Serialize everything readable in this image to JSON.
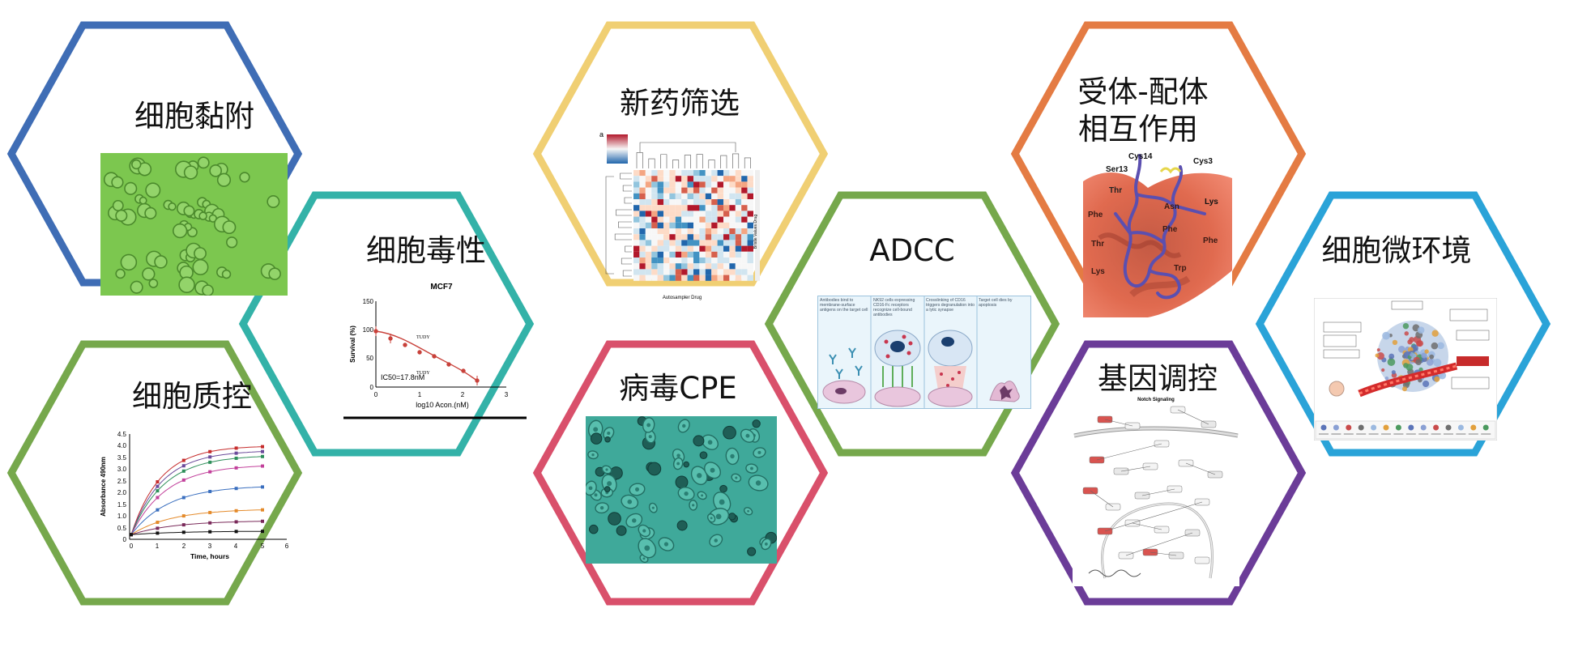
{
  "colors": {
    "blue": "#3f6db5",
    "teal": "#33b2a8",
    "yellow": "#f0cf73",
    "red": "#d9506b",
    "green": "#76a84c",
    "orange": "#e47b43",
    "purple": "#6b3c98",
    "sky": "#2aa3d8"
  },
  "hexagons": {
    "adhesion": {
      "title": "细胞黏附"
    },
    "qc": {
      "title": "细胞质控"
    },
    "toxicity": {
      "title": "细胞毒性"
    },
    "screening": {
      "title": "新药筛选"
    },
    "virus": {
      "title": "病毒CPE"
    },
    "adcc": {
      "title": "ADCC"
    },
    "receptor": {
      "title_line1": "受体-配体",
      "title_line2": "相互作用"
    },
    "gene": {
      "title": "基因调控"
    },
    "micro": {
      "title": "细胞微环境"
    }
  },
  "toxicity_chart": {
    "title": "MCF7",
    "ylabel": "Survival (%)",
    "xlabel": "log10 Acon.(nM)",
    "annotation": "IC50=17.8nM",
    "label_a": "TUDY",
    "label_b": "TUDY",
    "yticks": [
      "0",
      "50",
      "100",
      "150"
    ],
    "xticks": [
      "0",
      "1",
      "2",
      "3"
    ]
  },
  "qc_chart": {
    "ylabel": "Absorbance 490nm",
    "xlabel": "Time, hours",
    "yticks": [
      "0",
      "0.5",
      "1.0",
      "1.5",
      "2.0",
      "2.5",
      "3.0",
      "3.5",
      "4.0",
      "4.5"
    ],
    "xticks": [
      "0",
      "1",
      "2",
      "3",
      "4",
      "5",
      "6"
    ]
  },
  "receptor_labels": {
    "cys14": "Cys14",
    "cys3": "Cys3",
    "ser13": "Ser13",
    "thr": "Thr",
    "lys": "Lys",
    "phe_left": "Phe",
    "asn": "Asn",
    "phe": "Phe",
    "phe2": "Phe",
    "thr2": "Thr",
    "lys2": "Lys",
    "trp": "Trp"
  },
  "adcc_panels": [
    "Antibodies bind to membrane-surface antigens on the target cell",
    "NK92 cells expressing CD16-Fc receptors recognize cell-bound antibodies",
    "Crosslinking of CD16 triggers degranulation into a lytic synapse",
    "Target cell dies by apoptosis"
  ],
  "heatmap": {
    "panel_letter": "a",
    "xlabel": "Autosampler Drug",
    "ylabel": "Bristle Values Drug"
  },
  "gene_map": {
    "title": "Notch Signaling"
  }
}
